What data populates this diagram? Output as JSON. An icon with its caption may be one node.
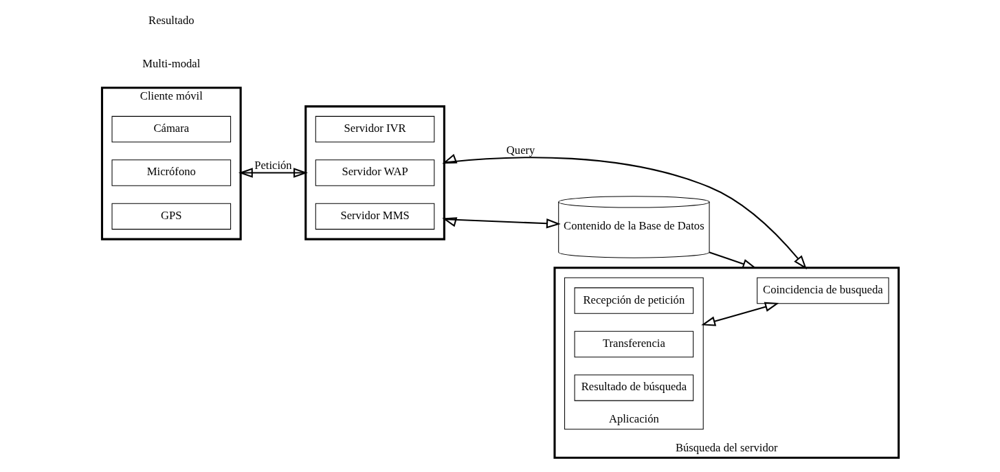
{
  "diagram": {
    "nodes": [
      {
        "text": [
          "Cliente móvil"
        ]
      },
      {
        "text": [
          "Cámara"
        ],
        "in": 0
      },
      {
        "text": [
          "Micrófono"
        ],
        "in": 0
      },
      {
        "text": [
          "GPS"
        ],
        "in": 0
      },
      {
        "text": [],
        "shape": "box"
      },
      {
        "text": [
          "Servidor IVR"
        ],
        "in": 4
      },
      {
        "text": [
          "Servidor WAP"
        ],
        "in": 4
      },
      {
        "text": [
          "Servidor MMS"
        ],
        "in": 4
      },
      {
        "text": [
          "Contenido de la Base de Datos"
        ]
      },
      {
        "text": [
          "Búsqueda del servidor"
        ]
      },
      {
        "text": [
          "Aplicación"
        ],
        "in": 9
      },
      {
        "text": [
          "Recepción de petición"
        ],
        "in": 10
      },
      {
        "text": [
          "Transferencia"
        ],
        "in": 10
      },
      {
        "text": [
          "Resultado de búsqueda"
        ],
        "in": 10
      },
      {
        "text": [
          "Coincidencia de busqueda"
        ],
        "in": 9
      }
    ],
    "edges": [
      {
        "from": 0,
        "to": 4,
        "arrow": "both",
        "label": "Petición"
      },
      {
        "from": 4,
        "to": 9,
        "arrow": "both",
        "label": "Query"
      },
      {
        "from": 4,
        "to": 8,
        "arrow": "both"
      },
      {
        "from": 8,
        "to": 9,
        "arrow": "to"
      },
      {
        "from": 10,
        "to": 14,
        "arrow": "both"
      }
    ],
    "labels": [
      "Multi-modal",
      "Resultado"
    ]
  }
}
